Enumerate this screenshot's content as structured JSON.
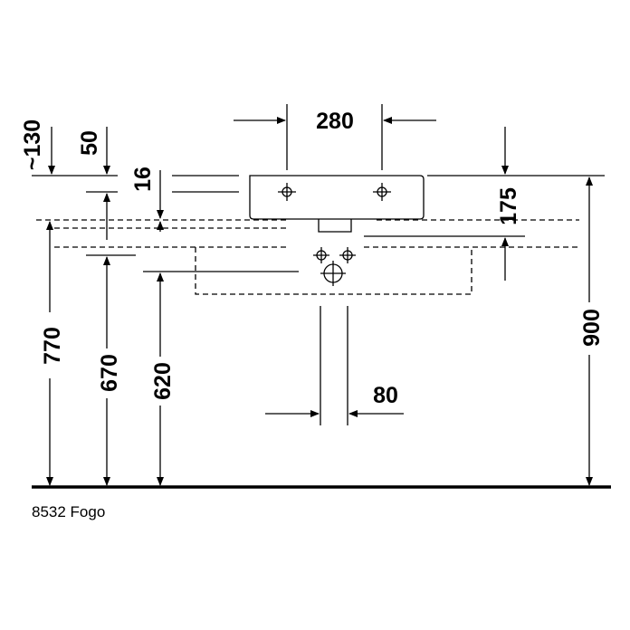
{
  "drawing": {
    "caption": "8532 Fogo",
    "dimensions": {
      "d280": "280",
      "d130": "~130",
      "d50": "50",
      "d16": "16",
      "d175": "175",
      "d770": "770",
      "d670": "670",
      "d620": "620",
      "d900": "900",
      "d80": "80"
    }
  }
}
